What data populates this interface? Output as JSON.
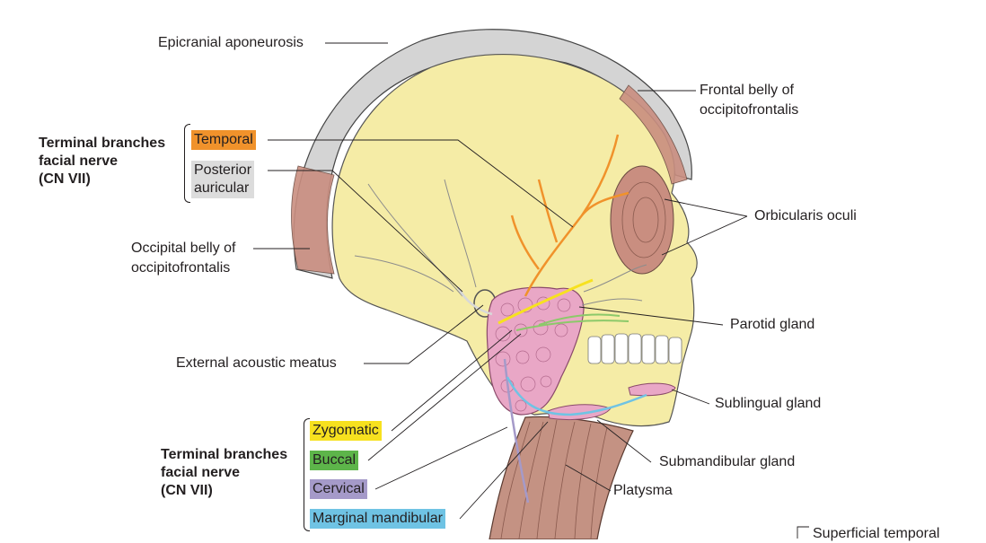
{
  "labels": {
    "epicranial": "Epicranial aponeurosis",
    "frontal_1": "Frontal belly of",
    "frontal_2": "occipitofrontalis",
    "orbicularis": "Orbicularis oculi",
    "occipital_1": "Occipital belly of",
    "occipital_2": "occipitofrontalis",
    "external_acoustic": "External acoustic meatus",
    "parotid": "Parotid gland",
    "sublingual": "Sublingual gland",
    "submandibular": "Submandibular gland",
    "platysma": "Platysma",
    "superficial_temporal": "Superficial temporal"
  },
  "groups": {
    "upper": {
      "title": [
        "Terminal branches",
        "facial nerve",
        "(CN VII)"
      ],
      "branches": [
        {
          "name": "Temporal",
          "color": "#f0922b"
        },
        {
          "name": "Posterior auricular",
          "lines": [
            "Posterior",
            "auricular"
          ],
          "color": "#dcdcdc"
        }
      ]
    },
    "lower": {
      "title": [
        "Terminal branches",
        "facial nerve",
        "(CN VII)"
      ],
      "branches": [
        {
          "name": "Zygomatic",
          "color": "#f7e11f"
        },
        {
          "name": "Buccal",
          "color": "#5db54a"
        },
        {
          "name": "Cervical",
          "color": "#a59ac9"
        },
        {
          "name": "Marginal mandibular",
          "color": "#6fc3e4"
        }
      ]
    }
  },
  "colors": {
    "skull": "#f5eca6",
    "aponeurosis": "#cfcfcf",
    "muscle": "#c98e80",
    "parotid": "#e9a7c6",
    "nerve_temporal": "#f0922b",
    "nerve_zygomatic": "#f7e11f",
    "nerve_buccal": "#8cc96a",
    "nerve_cervical": "#a59ac9",
    "nerve_marginal": "#6fc3e4",
    "leader": "#231f20"
  }
}
